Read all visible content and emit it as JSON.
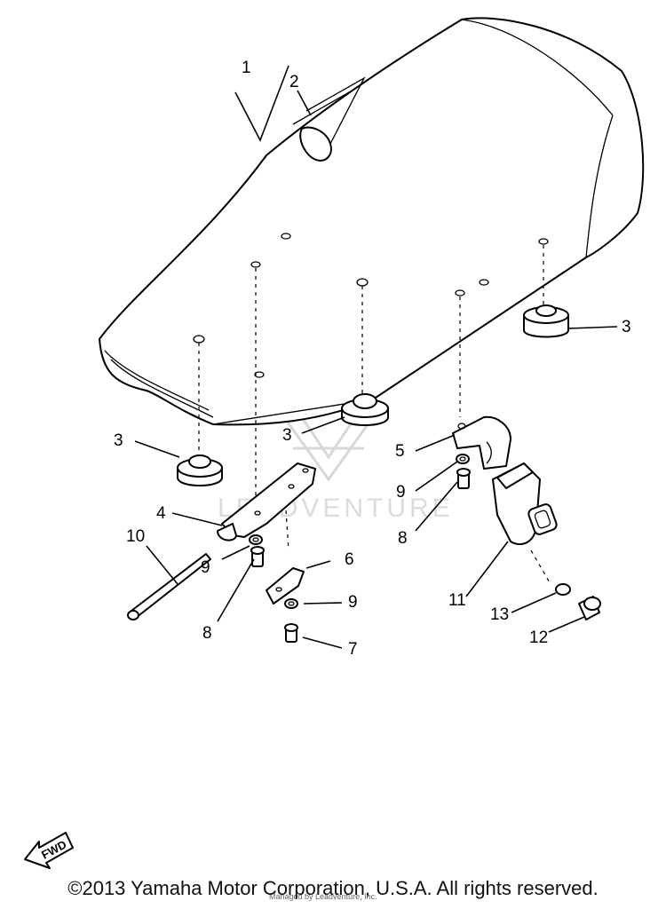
{
  "callouts": {
    "c1": "1",
    "c2": "2",
    "c3a": "3",
    "c3b": "3",
    "c3c": "3",
    "c4": "4",
    "c5": "5",
    "c6": "6",
    "c7": "7",
    "c8a": "8",
    "c8b": "8",
    "c9a": "9",
    "c9b": "9",
    "c9c": "9",
    "c10": "10",
    "c11": "11",
    "c12": "12",
    "c13": "13"
  },
  "fwd_label": "FWD",
  "watermark": "LEADVENTURE",
  "small_credit": "Managed by Leadventure, Inc.",
  "copyright": "©2013 Yamaha Motor Corporation, U.S.A. All rights reserved."
}
